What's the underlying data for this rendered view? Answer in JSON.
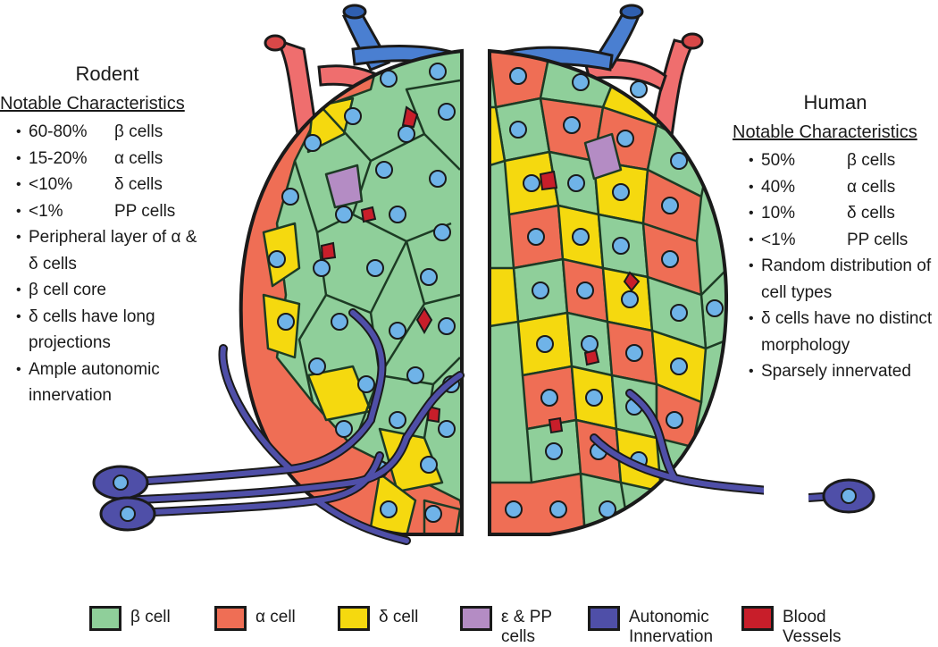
{
  "rodent": {
    "title": "Rodent",
    "subtitle": "Notable Characteristics",
    "composition": [
      {
        "pct": "60-80%",
        "cell": "β cells"
      },
      {
        "pct": "15-20%",
        "cell": "α cells"
      },
      {
        "pct": "<10%",
        "cell": "δ cells"
      },
      {
        "pct": "<1%",
        "cell": "PP cells"
      }
    ],
    "notes": [
      "Peripheral layer of α & δ cells",
      "β cell core",
      "δ cells have long projections",
      "Ample autonomic innervation"
    ]
  },
  "human": {
    "title": "Human",
    "subtitle": "Notable Characteristics",
    "composition": [
      {
        "pct": "50%",
        "cell": "β cells"
      },
      {
        "pct": "40%",
        "cell": "α cells"
      },
      {
        "pct": "10%",
        "cell": "δ cells"
      },
      {
        "pct": "<1%",
        "cell": "PP cells"
      }
    ],
    "notes": [
      "Random distribution of cell types",
      "δ cells have no distinct morphology",
      "Sparsely innervated"
    ]
  },
  "legend": [
    {
      "label": "β cell",
      "color": "#8fcf9a"
    },
    {
      "label": "α cell",
      "color": "#ef6e55"
    },
    {
      "label": "δ cell",
      "color": "#f5d90f"
    },
    {
      "label": "ε & PP cells",
      "color": "#b48cc4"
    },
    {
      "label": "Autonomic Innervation",
      "color": "#4f4fa8"
    },
    {
      "label": "Blood Vessels",
      "color": "#c81e2a"
    }
  ]
}
